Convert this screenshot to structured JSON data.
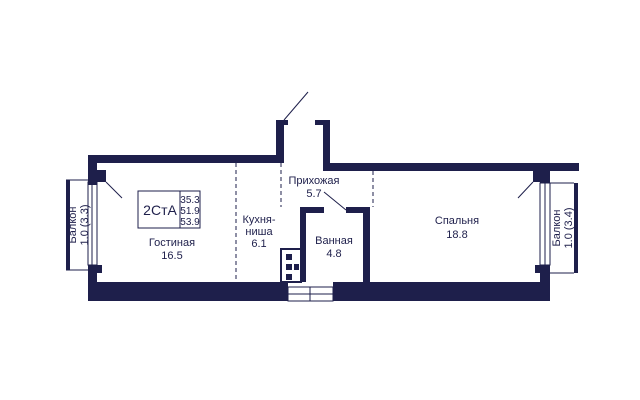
{
  "colors": {
    "wall": "#1e1f4b",
    "background": "#ffffff",
    "dashed": "#1e1f4b"
  },
  "apartment": {
    "code": "2СтА",
    "areas": [
      "35.3",
      "51.9",
      "53.9"
    ]
  },
  "rooms": {
    "balcony_left": {
      "name": "Балкон",
      "area": "1.0 (3.3)"
    },
    "living": {
      "name": "Гостиная",
      "area": "16.5"
    },
    "kitchen": {
      "name_line1": "Кухня-",
      "name_line2": "ниша",
      "area": "6.1"
    },
    "hallway": {
      "name": "Прихожая",
      "area": "5.7"
    },
    "bathroom": {
      "name": "Ванная",
      "area": "4.8"
    },
    "bedroom": {
      "name": "Спальня",
      "area": "18.8"
    },
    "balcony_right": {
      "name": "Балкон",
      "area": "1.0 (3.4)"
    }
  }
}
